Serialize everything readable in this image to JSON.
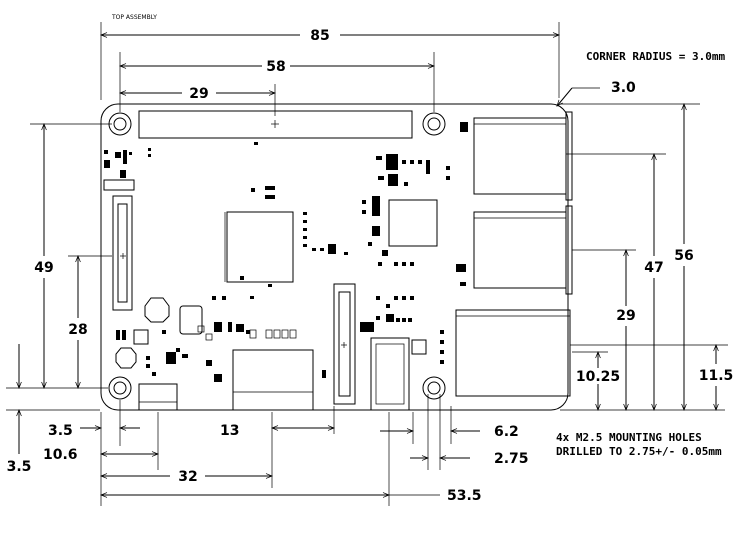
{
  "title": "TOP ASSEMBLY",
  "notes": {
    "corner_radius": "CORNER RADIUS = 3.0mm",
    "mounting_line1": "4x M2.5 MOUNTING HOLES",
    "mounting_line2": "DRILLED TO 2.75+/- 0.05mm"
  },
  "dimensions": {
    "overall_width": "85",
    "hole_spacing_x": "58",
    "gpio_center": "29",
    "corner_radius_value": "3.0",
    "overall_height": "56",
    "usb_upper": "47",
    "usb_lower": "29",
    "ethernet": "11.5",
    "audio_height": "10.25",
    "board_hole_height": "49",
    "dsi_height": "28",
    "hole_offset_left": "3.5",
    "hole_offset_bottom": "3.5",
    "power_usb": "10.6",
    "hdmi_center": "32",
    "camera_center": "13",
    "audio_center": "53.5",
    "audio_width": "6.2",
    "hole_diameter": "2.75"
  }
}
